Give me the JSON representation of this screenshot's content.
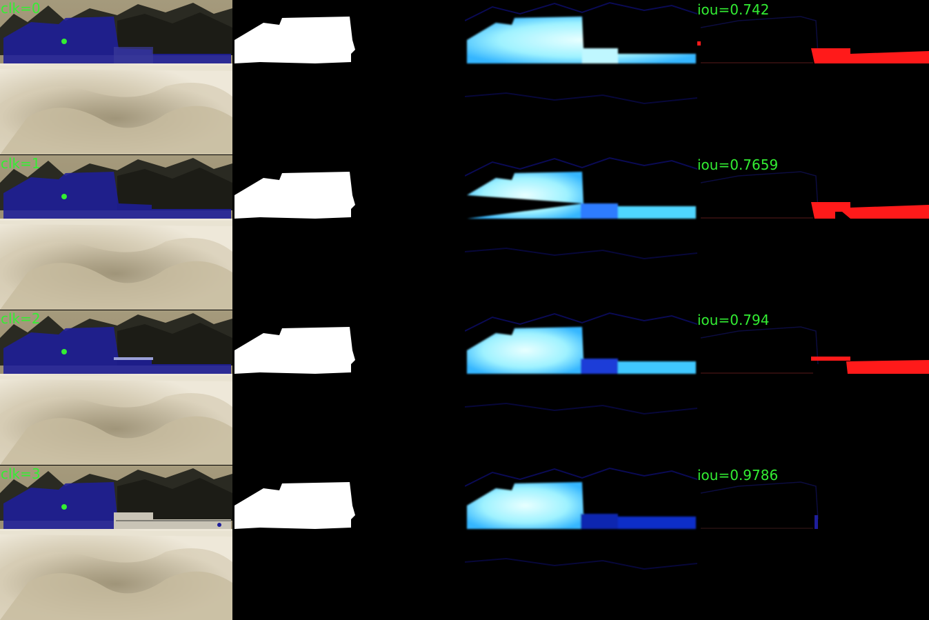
{
  "overlay_color": "#33ee33",
  "mask_color": "#1e1e9a",
  "error_color": "#ff1a1a",
  "rows": [
    {
      "clicks": "clk=0",
      "iou": "iou=0.742"
    },
    {
      "clicks": "clk=1",
      "iou": "iou=0.7659"
    },
    {
      "clicks": "clk=2",
      "iou": "iou=0.794"
    },
    {
      "clicks": "clk=3",
      "iou": "iou=0.9786"
    }
  ]
}
